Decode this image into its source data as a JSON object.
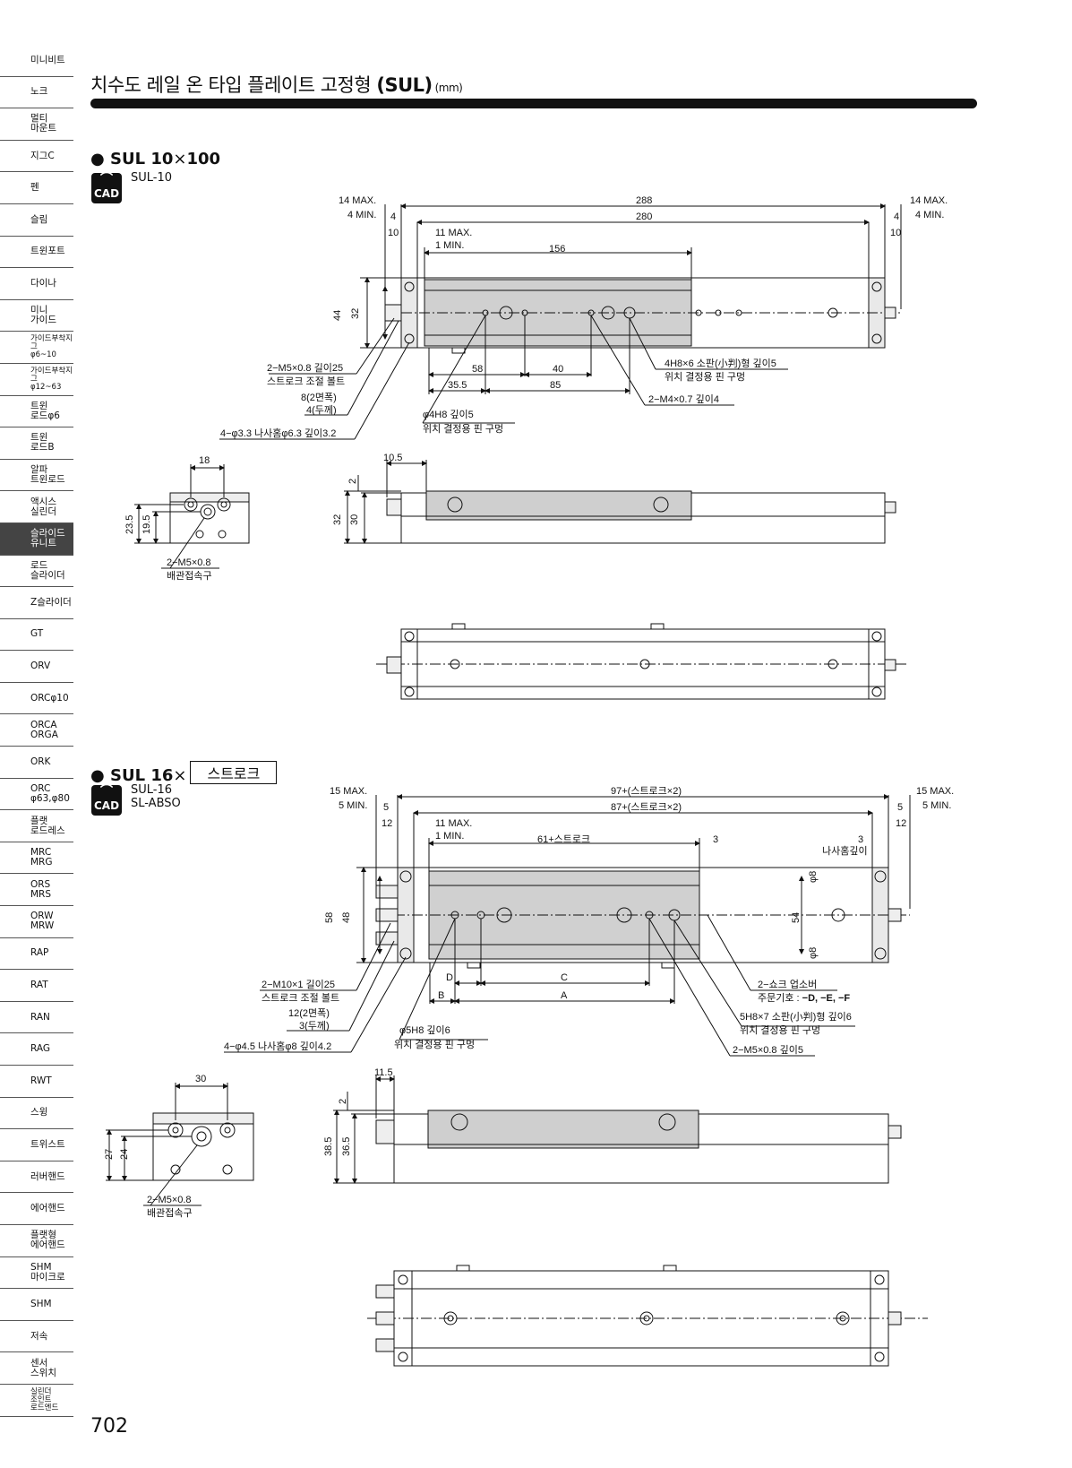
{
  "sidebar": {
    "items": [
      {
        "label": "미니비트"
      },
      {
        "label": "노크"
      },
      {
        "label": "멀티\n마운트"
      },
      {
        "label": "지그C"
      },
      {
        "label": "펜"
      },
      {
        "label": "슬림"
      },
      {
        "label": "트윈포트"
      },
      {
        "label": "다이나"
      },
      {
        "label": "미니\n가이드"
      },
      {
        "label": "가이드부착지그\nφ6~10"
      },
      {
        "label": "가이드부착지그\nφ12~63"
      },
      {
        "label": "트윈\n로드φ6"
      },
      {
        "label": "트윈\n로드B"
      },
      {
        "label": "알파\n트윈로드"
      },
      {
        "label": "액시스\n실린더"
      },
      {
        "label": "슬라이드\n유니트"
      },
      {
        "label": "로드\n슬라이더"
      },
      {
        "label": "Z슬라이더"
      },
      {
        "label": "GT"
      },
      {
        "label": "ORV"
      },
      {
        "label": "ORCφ10"
      },
      {
        "label": "ORCA\nORGA"
      },
      {
        "label": "ORK"
      },
      {
        "label": "ORC\nφ63,φ80"
      },
      {
        "label": "플랫\n로드레스"
      },
      {
        "label": "MRC\nMRG"
      },
      {
        "label": "ORS\nMRS"
      },
      {
        "label": "ORW\nMRW"
      },
      {
        "label": "RAP"
      },
      {
        "label": "RAT"
      },
      {
        "label": "RAN"
      },
      {
        "label": "RAG"
      },
      {
        "label": "RWT"
      },
      {
        "label": "스윙"
      },
      {
        "label": "트위스트"
      },
      {
        "label": "러버핸드"
      },
      {
        "label": "에어핸드"
      },
      {
        "label": "플랫형\n에어핸드"
      },
      {
        "label": "SHM\n마이크로"
      },
      {
        "label": "SHM"
      },
      {
        "label": "저속"
      },
      {
        "label": "센서\n스위치"
      },
      {
        "label": "실린더\n조인트\n로드엔드"
      }
    ]
  },
  "header": {
    "title": "치수도   레일 온 타입 플레이트 고정형 ",
    "title_code": "(SUL)",
    "unit": "(mm)"
  },
  "section1": {
    "bullet": "●",
    "model": "SUL 10",
    "times": "×",
    "stroke": "100",
    "cad": "CAD",
    "variants": [
      "SUL-10"
    ],
    "dims": {
      "d_14max": "14 MAX.",
      "d_4min": "4 MIN.",
      "d_4": "4",
      "d_288": "288",
      "d_280": "280",
      "d_10": "10",
      "d_11max": "11 MAX.",
      "d_1min": "1 MIN.",
      "d_156": "156",
      "d_44": "44",
      "d_32": "32",
      "d_58": "58",
      "d_40": "40",
      "d_35_5": "35.5",
      "d_85": "85",
      "d_18": "18",
      "d_23_5": "23.5",
      "d_19_5": "19.5",
      "d_10_5": "10.5",
      "d_2": "2",
      "d_30": "30",
      "n_bolt": "2−M5×0.8 길이25",
      "n_bolt2": "스트로크 조절 볼트",
      "n_8": "8(2면폭)",
      "n_4t": "4(두께)",
      "n_hole": "4−φ3.3 나사홈φ6.3 깊이3.2",
      "n_pin": "φ4H8 깊이5",
      "n_pin2": "위치 결정용 핀 구멍",
      "n_slot": "4H8×6 소판(小判)형 깊이5",
      "n_slot2": "위치 결정용 핀 구멍",
      "n_m4": "2−M4×0.7 깊이4",
      "n_port": "2−M5×0.8",
      "n_port2": "배관접속구"
    }
  },
  "section2": {
    "bullet": "●",
    "model": "SUL 16",
    "times": "×",
    "stroke": "스트로크",
    "cad": "CAD",
    "variants": [
      "SUL-16",
      "SL-ABSO"
    ],
    "dims": {
      "d_15max": "15 MAX.",
      "d_5min": "5 MIN.",
      "d_5": "5",
      "d_97": "97+(스트로크×2)",
      "d_87": "87+(스트로크×2)",
      "d_12": "12",
      "d_11max": "11 MAX.",
      "d_1min": "1 MIN.",
      "d_61": "61+스트로크",
      "d_3": "3",
      "d_thread": "나사홈깊이",
      "d_58": "58",
      "d_48": "48",
      "d_54": "54",
      "d_phi8": "φ8",
      "d_D": "D",
      "d_C": "C",
      "d_B": "B",
      "d_A": "A",
      "d_30": "30",
      "d_27": "27",
      "d_24": "24",
      "d_11_5": "11.5",
      "d_2": "2",
      "d_38_5": "38.5",
      "d_36_5": "36.5",
      "n_bolt": "2−M10×1 길이25",
      "n_bolt2": "스트로크 조절 볼트",
      "n_12": "12(2면폭)",
      "n_3t": "3(두께)",
      "n_hole": "4−φ4.5 나사홈φ8 깊이4.2",
      "n_pin": "φ5H8 깊이6",
      "n_pin2": "위치 결정용 핀 구멍",
      "n_shock": "2−쇼크 업소버",
      "n_order": "주문기호 : ",
      "n_order_b": "−D, −E, −F",
      "n_slot": "5H8×7 소판(小判)형 깊이6",
      "n_slot2": "위치 결정용 핀 구멍",
      "n_m5": "2−M5×0.8 깊이5",
      "n_port": "2−M5×0.8",
      "n_port2": "배관접속구"
    }
  },
  "footer": {
    "page_number": "702"
  }
}
